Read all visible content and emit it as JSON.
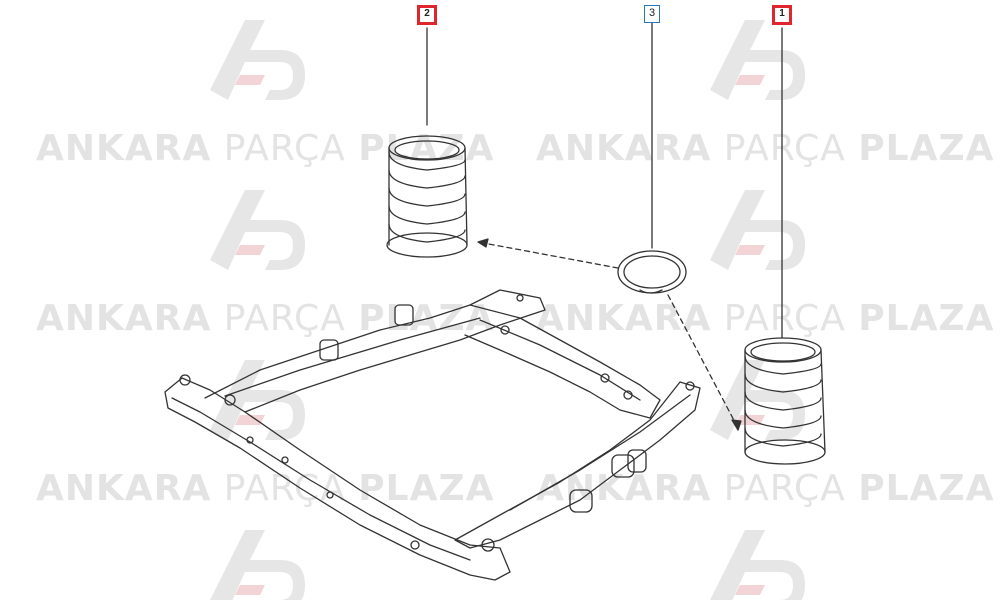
{
  "watermark": {
    "part1": "ANKARA",
    "part2": "PARÇA",
    "part3": "PLAZA",
    "logo_color": "#e3e3e3",
    "logo_accent": "#f3d4d6"
  },
  "callouts": [
    {
      "id": "2",
      "label": "2",
      "style": "red"
    },
    {
      "id": "3",
      "label": "3",
      "style": "blue"
    },
    {
      "id": "1",
      "label": "1",
      "style": "red"
    }
  ],
  "colors": {
    "callout_red": "#e0252e",
    "callout_blue": "#2b78c2",
    "drawing": "#333333"
  }
}
